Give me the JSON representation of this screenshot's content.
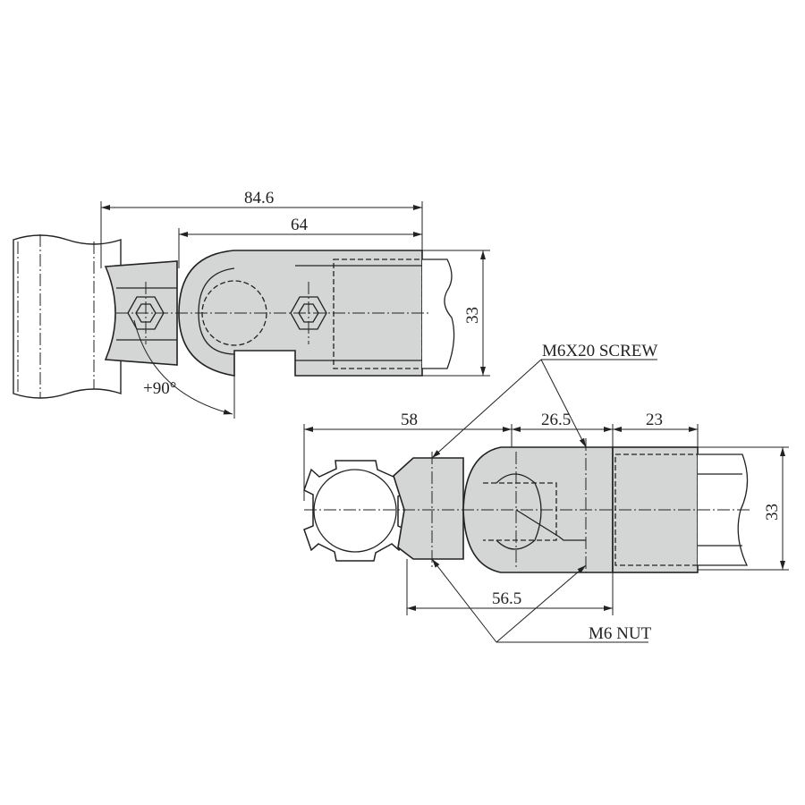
{
  "top_view": {
    "dim_overall": "84.6",
    "dim_bracket": "64",
    "dim_height": "33",
    "rotation": "+90°"
  },
  "bottom_view": {
    "dim_left": "58",
    "dim_middle": "26.5",
    "dim_right": "23",
    "dim_height": "33",
    "dim_lower": "56.5",
    "callout_screw": "M6X20 SCREW",
    "callout_nut": "M6 NUT"
  },
  "colors": {
    "part_fill": "#d4d6d6",
    "line": "#222222"
  }
}
